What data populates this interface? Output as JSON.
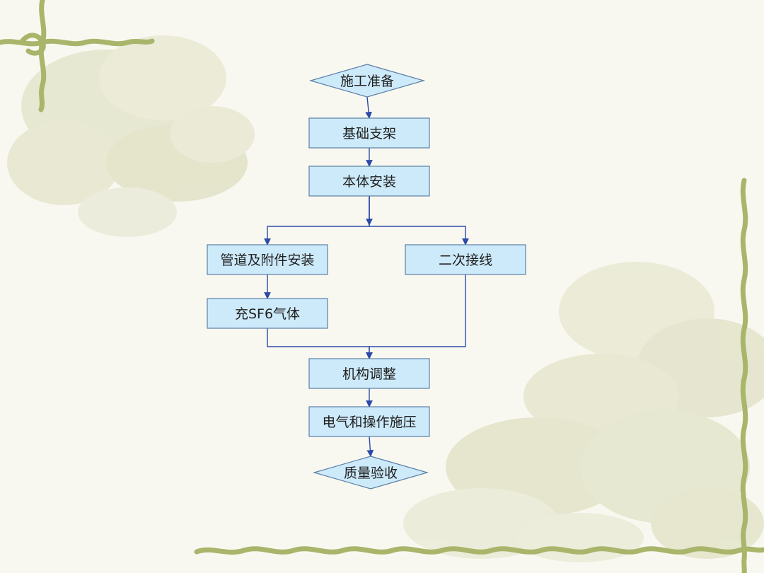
{
  "theme": {
    "node_fill": "#cdeafa",
    "node_stroke": "#5a7fa6",
    "edge_color": "#2b4aa8",
    "vine_color": "#a9b56a",
    "flower_color": "#d7d9b8"
  },
  "flowchart": {
    "nodes": [
      {
        "id": "start",
        "label": "施工准备",
        "shape": "diamond"
      },
      {
        "id": "foundation",
        "label": "基础支架",
        "shape": "rect"
      },
      {
        "id": "body",
        "label": "本体安装",
        "shape": "rect"
      },
      {
        "id": "piping",
        "label": "管道及附件安装",
        "shape": "rect"
      },
      {
        "id": "wiring",
        "label": "二次接线",
        "shape": "rect"
      },
      {
        "id": "gas",
        "label": "充SF6气体",
        "shape": "rect"
      },
      {
        "id": "mechanism",
        "label": "机构调整",
        "shape": "rect"
      },
      {
        "id": "electrical",
        "label": "电气和操作施压",
        "shape": "rect"
      },
      {
        "id": "inspection",
        "label": "质量验收",
        "shape": "diamond"
      }
    ],
    "edges": [
      {
        "from": "start",
        "to": "foundation"
      },
      {
        "from": "foundation",
        "to": "body"
      },
      {
        "from": "body",
        "to": "piping"
      },
      {
        "from": "body",
        "to": "wiring"
      },
      {
        "from": "piping",
        "to": "gas"
      },
      {
        "from": "gas",
        "to": "mechanism"
      },
      {
        "from": "wiring",
        "to": "mechanism"
      },
      {
        "from": "mechanism",
        "to": "electrical"
      },
      {
        "from": "electrical",
        "to": "inspection"
      }
    ]
  }
}
